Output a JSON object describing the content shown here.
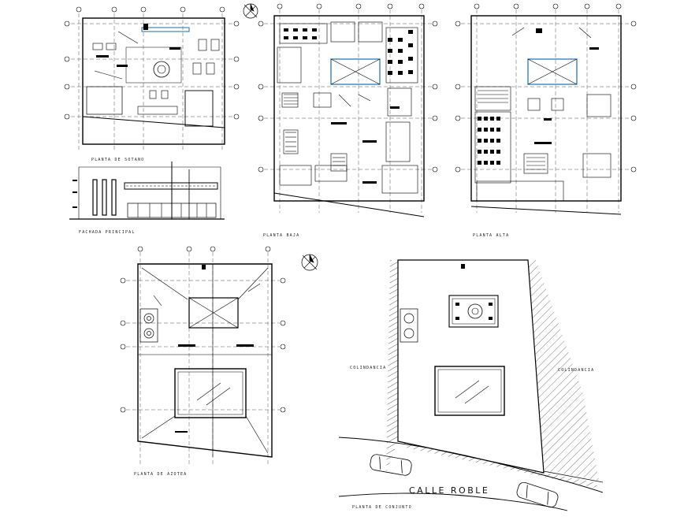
{
  "sheet": {
    "labels": {
      "planta_sotano": "PLANTA DE SOTANO",
      "fachada_principal": "FACHADA PRINCIPAL",
      "planta_baja": "PLANTA BAJA",
      "planta_alta": "PLANTA ALTA",
      "planta_azotea": "PLANTA DE AZOTEA",
      "colindancia_left": "COLINDANCIA",
      "colindancia_right": "COLINDANCIA",
      "calle": "CALLE ROBLE",
      "planta_conjunto": "PLANTA DE CONJUNTO"
    }
  },
  "colors": {
    "line": "#000000",
    "accent": "#1a6fb0",
    "hatch": "#333333"
  },
  "icons": [
    "north-arrow-icon",
    "north-arrow-icon",
    "car-icon",
    "car-icon",
    "tank-icon"
  ]
}
